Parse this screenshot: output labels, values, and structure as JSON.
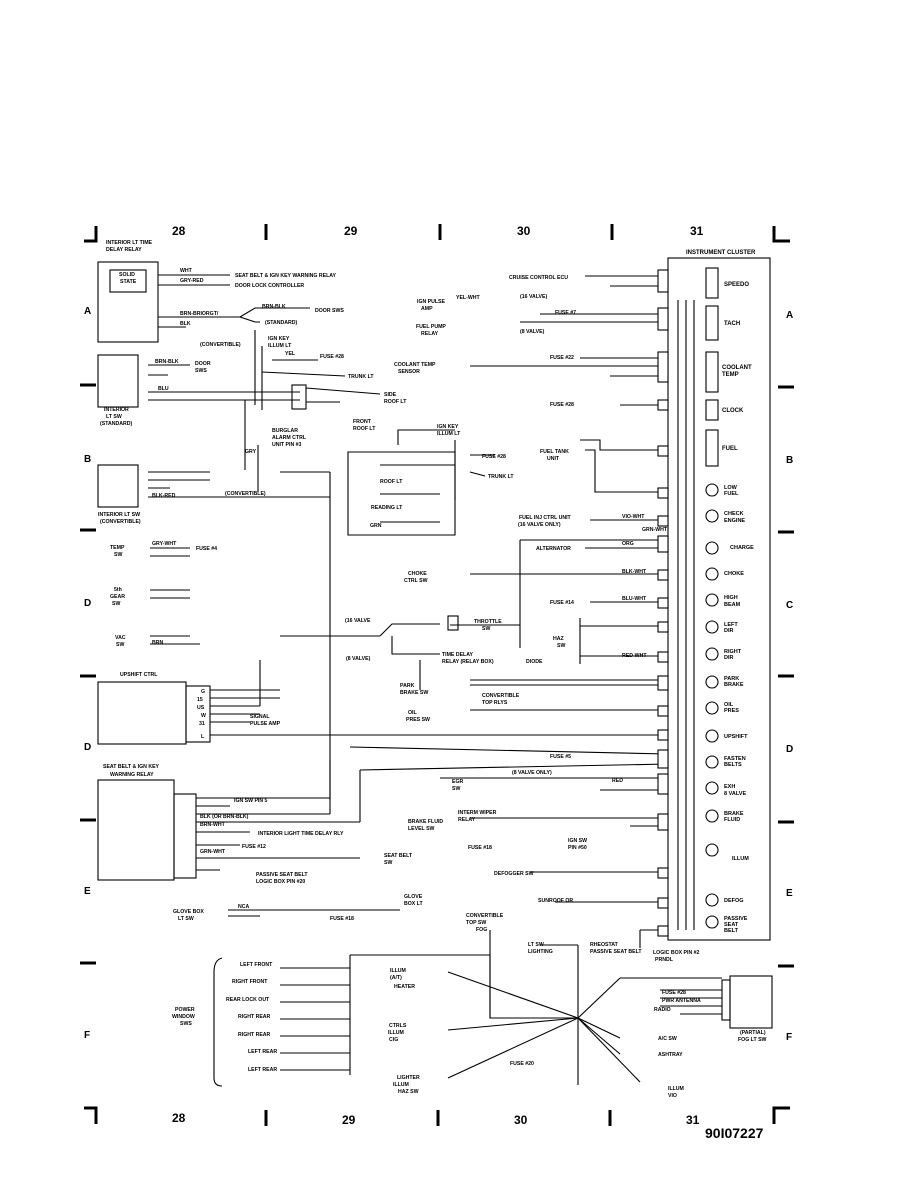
{
  "grid": {
    "top_numbers": [
      "28",
      "29",
      "30",
      "31"
    ],
    "bottom_numbers": [
      "28",
      "29",
      "30",
      "31"
    ],
    "left_letters": [
      "A",
      "B",
      "D",
      "D",
      "E",
      "F"
    ],
    "right_letters": [
      "A",
      "B",
      "C",
      "D",
      "E",
      "F"
    ],
    "doc_id": "90I07227"
  },
  "cluster": {
    "title": "INSTRUMENT CLUSTER",
    "gauges": [
      "SPEEDO",
      "TACH",
      "COOLANT",
      "TEMP",
      "CLOCK",
      "FUEL"
    ],
    "lamps": [
      "LOW",
      "FUEL",
      "CHECK",
      "ENGINE",
      "CHARGE",
      "CHOKE",
      "HIGH",
      "BEAM",
      "LEFT",
      "DIR",
      "RIGHT",
      "DIR",
      "PARK",
      "BRAKE",
      "OIL",
      "PRES",
      "UPSHIFT",
      "FASTEN",
      "BELTS",
      "EXH",
      "8 VALVE",
      "BRAKE",
      "FLUID",
      "ILLUM",
      "DEFOG",
      "PASSIVE",
      "SEAT",
      "BELT"
    ]
  },
  "labels": [
    "INTERIOR LT TIME",
    "DELAY RELAY",
    "SOLID",
    "STATE",
    "WHT",
    "GRY-RED",
    "SEAT BELT & IGN KEY WARNING RELAY",
    "DOOR LOCK CONTROLLER",
    "BRN-BRIORGT/",
    "BLK",
    "BRN-BLK",
    "DOOR SWS",
    "(STANDARD)",
    "(CONVERTIBLE)",
    "IGN KEY",
    "ILLUM LT",
    "YEL",
    "FUSE #28",
    "BRN-BLK",
    "DOOR",
    "SWS",
    "INTERIOR",
    "LT SW",
    "(STANDARD)",
    "BLU",
    "TRUNK LT",
    "SIDE",
    "ROOF LT",
    "FRONT",
    "ROOF LT",
    "BURGLAR",
    "ALARM CTRL",
    "UNIT PIN #3",
    "GRY",
    "IGN KEY",
    "ILLUM LT",
    "FUSE #28",
    "TRUNK LT",
    "ROOF LT",
    "READING LT",
    "GRN",
    "INTERIOR LT SW",
    "(CONVERTIBLE)",
    "BLK-RED",
    "(CONVERTIBLE)",
    "TEMP",
    "SW",
    "GRY-WHT",
    "FUSE #4",
    "5th",
    "GEAR",
    "SW",
    "VAC",
    "SW",
    "BRN",
    "UPSHIFT CTRL",
    "G",
    "15",
    "US",
    "W",
    "31",
    "L",
    "SIGNAL",
    "PULSE AMP",
    "SEAT BELT & IGN KEY",
    "WARNING RELAY",
    "IGN SW PIN 5",
    "BLK (OR BRN-BLK)",
    "BRN-WHT",
    "INTERIOR LIGHT TIME DELAY RLY",
    "FUSE #12",
    "GRN-WHT",
    "PASSIVE SEAT BELT",
    "LOGIC BOX PIN #20",
    "SEAT BELT",
    "SW",
    "GLOVE BOX",
    "LT SW",
    "NCA",
    "GLOVE",
    "BOX LT",
    "FUSE #18",
    "POWER",
    "WINDOW",
    "SWS",
    "LEFT FRONT",
    "RIGHT FRONT",
    "REAR LOCK OUT",
    "RIGHT REAR",
    "RIGHT REAR",
    "LEFT REAR",
    "LEFT REAR",
    "CRUISE CONTROL ECU",
    "IGN PULSE",
    "AMP",
    "YEL-WHT",
    "(16 VALVE)",
    "FUSE #7",
    "FUEL PUMP",
    "RELAY",
    "(8 VALVE)",
    "COOLANT TEMP",
    "SENSOR",
    "FUSE #22",
    "FUSE #28",
    "FUEL TANK",
    "UNIT",
    "FUEL INJ CTRL UNIT",
    "(16 VALVE ONLY)",
    "VIO-WHT",
    "ALTERNATOR",
    "CHOKE",
    "CTRL SW",
    "BLK-WHT",
    "FUSE #14",
    "BLU-WHT",
    "(16 VALVE",
    "THROTTLE",
    "SW",
    "(8 VALVE)",
    "TIME DELAY",
    "RELAY (RELAY BOX)",
    "HAZ",
    "SW",
    "RED-WHT",
    "DIODE",
    "PARK",
    "BRAKE SW",
    "CONVERTIBLE",
    "TOP RLYS",
    "OIL",
    "PRES SW",
    "FUSE #5",
    "(8 VALVE ONLY)",
    "EGR",
    "SW",
    "INTERM WIPER",
    "RELAY",
    "BRAKE FLUID",
    "LEVEL SW",
    "IGN SW",
    "PIN #50",
    "FUSE #18",
    "DEFOGGER SW",
    "SUNROOF OR",
    "CONVERTIBLE",
    "TOP SW",
    "FOG",
    "LT SW",
    "LIGHTING",
    "RHEOSTAT",
    "PASSIVE SEAT BELT",
    "LOGIC BOX PIN #2",
    "PRNDL",
    "ILLUM",
    "(A/T)",
    "HEATER",
    "CTRLS",
    "ILLUM",
    "CIG",
    "LIGHTER",
    "ILLUM",
    "HAZ SW",
    "FUSE #20",
    "FUSE #28",
    "PWR ANTENNA",
    "RADIO",
    "(PARTIAL)",
    "FOG LT SW",
    "A/C SW",
    "ASHTRAY",
    "ILLUM",
    "VIO",
    "GRN-WHT",
    "ORG",
    "RED"
  ]
}
